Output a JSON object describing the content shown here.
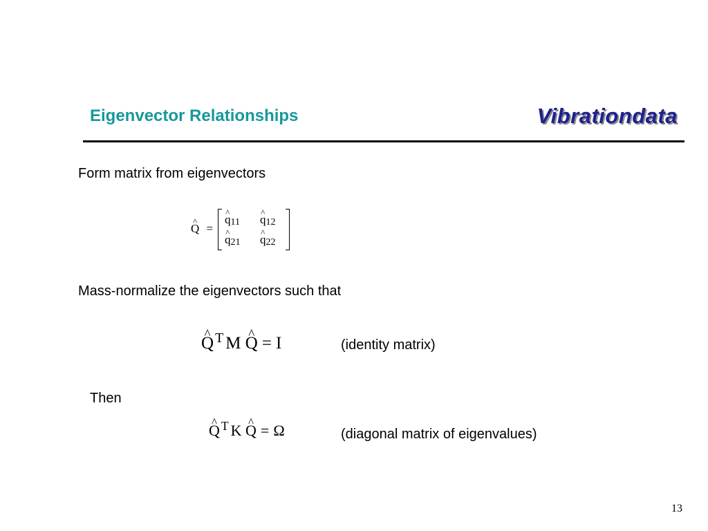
{
  "header": {
    "title": "Eigenvector Relationships",
    "brand": "Vibrationdata"
  },
  "content": {
    "line1": "Form matrix from eigenvectors",
    "matrix": {
      "lhs": "Q",
      "equals": "=",
      "cells": [
        {
          "base": "q",
          "sub": "11"
        },
        {
          "base": "q",
          "sub": "12"
        },
        {
          "base": "q",
          "sub": "21"
        },
        {
          "base": "q",
          "sub": "22"
        }
      ]
    },
    "line2": "Mass-normalize the eigenvectors such that",
    "eq1": {
      "q1": "Q",
      "sup": "T",
      "mat": "M",
      "q2": "Q",
      "eq": "=",
      "rhs": "I",
      "note": "(identity matrix)"
    },
    "line3": "Then",
    "eq2": {
      "q1": "Q",
      "sup": "T",
      "mat": "K",
      "q2": "Q",
      "eq": "=",
      "rhs": "Ω",
      "note": "(diagonal matrix of eigenvalues)"
    }
  },
  "footer": {
    "page_number": "13"
  }
}
